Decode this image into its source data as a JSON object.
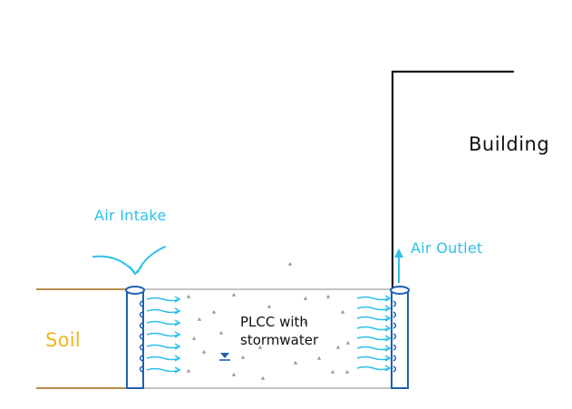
{
  "labels": {
    "building": "Building",
    "air_intake": "Air Intake",
    "air_outlet": "Air Outlet",
    "soil": "Soil",
    "plcc_line1": "PLCC with",
    "plcc_line2": "stormwater"
  },
  "colors": {
    "air": "#2ec0ea",
    "pipe": "#1f5fb0",
    "soil": "#f2b51c",
    "ground_line": "#b88a4a",
    "building": "#111111",
    "layer_outline": "#bdbdbd",
    "gravel": "#9a9a9a",
    "water_symbol": "#1f5fb0"
  }
}
